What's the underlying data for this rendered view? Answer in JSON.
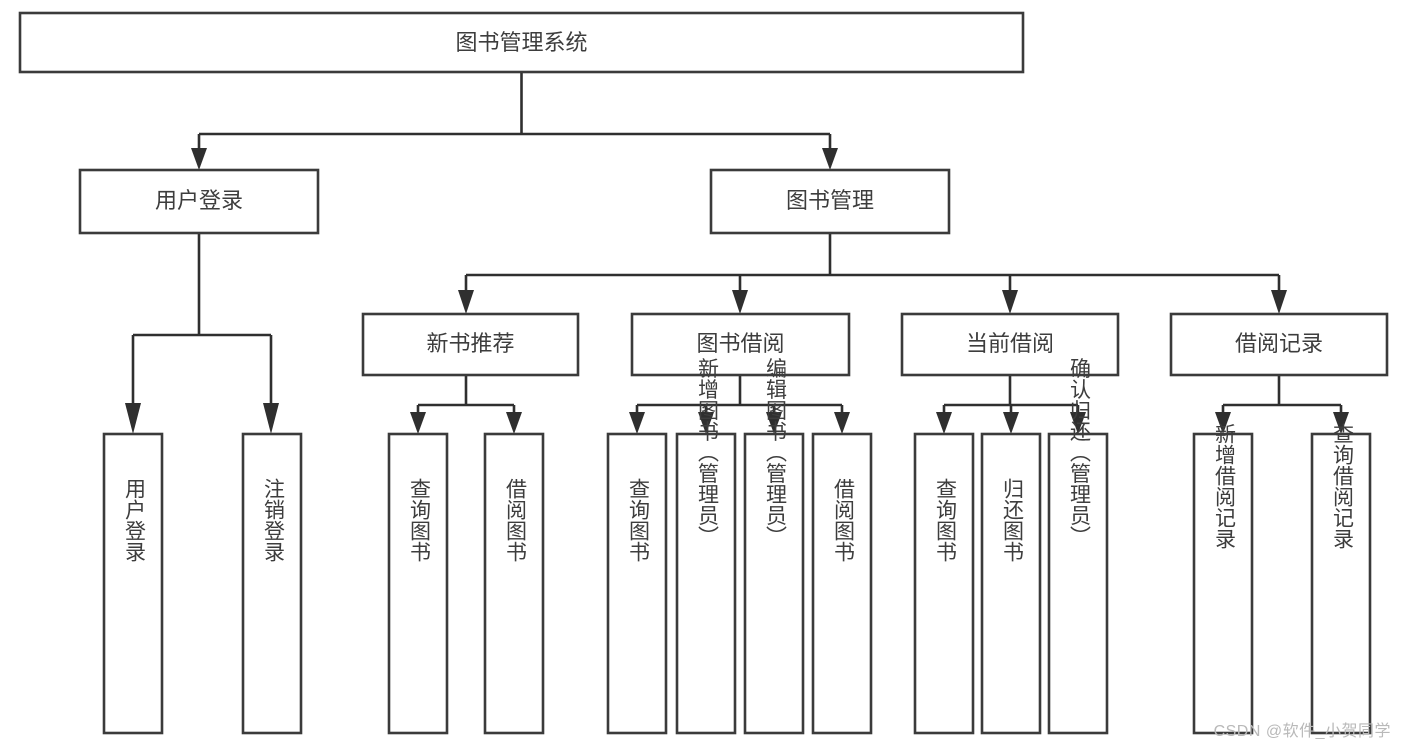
{
  "diagram": {
    "type": "tree-hierarchy-chart",
    "title": "图书管理系统",
    "watermark": "CSDN @软件_小贺同学",
    "colors": {
      "background": "#ffffff",
      "box_stroke": "#3b3b3b",
      "connector": "#2f2f2f",
      "text": "#3d3d3d",
      "watermark": "#b9b9b9"
    },
    "root": {
      "id": "root",
      "label": "图书管理系统",
      "orientation": "horizontal"
    },
    "level2": [
      {
        "id": "user-login",
        "label": "用户登录",
        "orientation": "horizontal"
      },
      {
        "id": "book-manage",
        "label": "图书管理",
        "orientation": "horizontal"
      }
    ],
    "level3": [
      {
        "id": "new-book-rec",
        "label": "新书推荐",
        "parent": "book-manage",
        "orientation": "horizontal"
      },
      {
        "id": "book-borrow",
        "label": "图书借阅",
        "parent": "book-manage",
        "orientation": "horizontal"
      },
      {
        "id": "current-borrow",
        "label": "当前借阅",
        "parent": "book-manage",
        "orientation": "horizontal"
      },
      {
        "id": "borrow-record",
        "label": "借阅记录",
        "parent": "book-manage",
        "orientation": "horizontal"
      }
    ],
    "leaves": [
      {
        "id": "leaf-user-login",
        "label": "用户登录",
        "parent": "user-login",
        "orientation": "vertical"
      },
      {
        "id": "leaf-user-logout",
        "label": "注销登录",
        "parent": "user-login",
        "orientation": "vertical"
      },
      {
        "id": "leaf-query-book-rec",
        "label": "查询图书",
        "parent": "new-book-rec",
        "orientation": "vertical"
      },
      {
        "id": "leaf-borrow-book-rec",
        "label": "借阅图书",
        "parent": "new-book-rec",
        "orientation": "vertical"
      },
      {
        "id": "leaf-query-book-borrow",
        "label": "查询图书",
        "parent": "book-borrow",
        "orientation": "vertical"
      },
      {
        "id": "leaf-add-book",
        "label": "新增图书（管理员）",
        "parent": "book-borrow",
        "orientation": "vertical"
      },
      {
        "id": "leaf-edit-book",
        "label": "编辑图书（管理员）",
        "parent": "book-borrow",
        "orientation": "vertical"
      },
      {
        "id": "leaf-borrow-book",
        "label": "借阅图书",
        "parent": "book-borrow",
        "orientation": "vertical"
      },
      {
        "id": "leaf-query-book-current",
        "label": "查询图书",
        "parent": "current-borrow",
        "orientation": "vertical"
      },
      {
        "id": "leaf-return-book",
        "label": "归还图书",
        "parent": "current-borrow",
        "orientation": "vertical"
      },
      {
        "id": "leaf-confirm-return",
        "label": "确认归还（管理员）",
        "parent": "current-borrow",
        "orientation": "vertical"
      },
      {
        "id": "leaf-add-record",
        "label": "新增借阅记录",
        "parent": "borrow-record",
        "orientation": "vertical"
      },
      {
        "id": "leaf-query-record",
        "label": "查询借阅记录",
        "parent": "borrow-record",
        "orientation": "vertical"
      }
    ]
  }
}
